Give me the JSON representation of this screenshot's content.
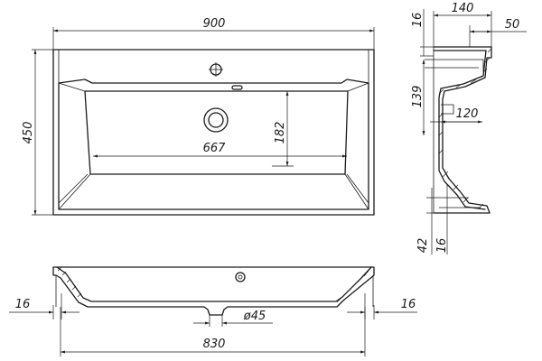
{
  "dimensions": {
    "overall_width": "900",
    "overall_depth": "450",
    "bowl_width": "667",
    "bowl_depth": "182",
    "side_depth": "140",
    "side_top": "50",
    "side_rim": "16",
    "side_height": "139",
    "side_inner": "120",
    "side_bottom": "42",
    "side_bottom_rim": "16",
    "front_left_edge": "16",
    "front_right_edge": "16",
    "drain_diameter": "ø45",
    "front_inner_width": "830"
  }
}
